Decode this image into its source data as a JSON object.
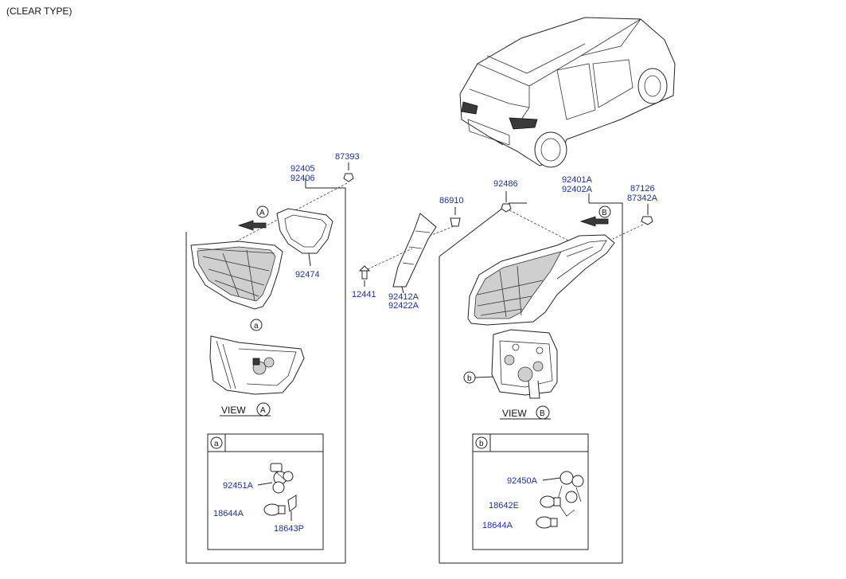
{
  "header": {
    "title": "(CLEAR TYPE)"
  },
  "parts": {
    "p87393": "87393",
    "p92405": "92405",
    "p92406": "92406",
    "p92474": "92474",
    "p86910": "86910",
    "p12441": "12441",
    "p92412A": "92412A",
    "p92422A": "92422A",
    "p92486": "92486",
    "p92401A": "92401A",
    "p92402A": "92402A",
    "p87126": "87126",
    "p87342A": "87342A",
    "p92451A": "92451A",
    "p18644A_left": "18644A",
    "p18643P": "18643P",
    "p92450A": "92450A",
    "p18642E": "18642E",
    "p18644A_right": "18644A"
  },
  "callouts": {
    "A": "A",
    "B": "B",
    "a": "a",
    "b": "b"
  },
  "views": {
    "view_label": "VIEW"
  }
}
